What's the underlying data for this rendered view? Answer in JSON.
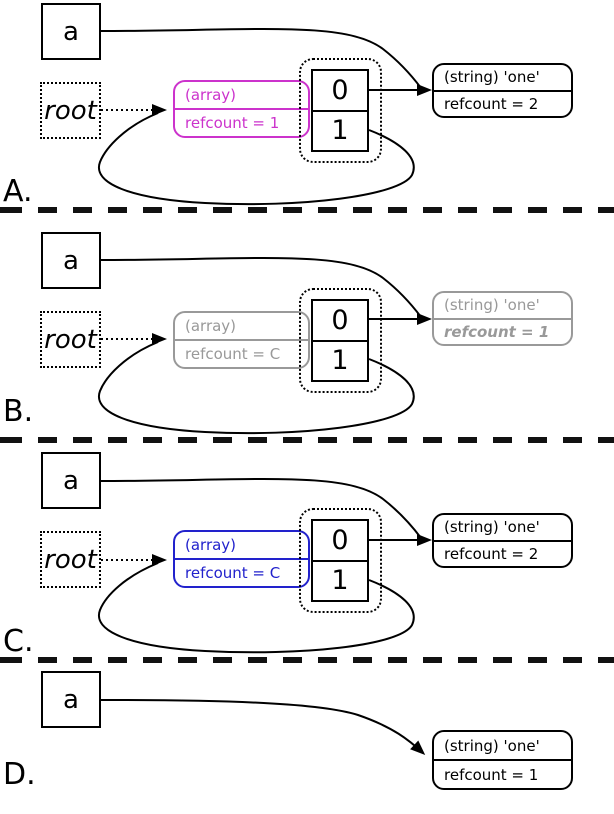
{
  "colors": {
    "black": "#000000",
    "magenta": "#cc33cc",
    "blue": "#2222cc",
    "gray": "#999999",
    "background": "#ffffff"
  },
  "panels": {
    "a": {
      "label": "A.",
      "var": "a",
      "root": "root",
      "array_type": "(array)",
      "array_refcount": "refcount = 1",
      "cells": [
        "0",
        "1"
      ],
      "string_type": "(string) 'one'",
      "string_refcount": "refcount = 2"
    },
    "b": {
      "label": "B.",
      "var": "a",
      "root": "root",
      "array_type": "(array)",
      "array_refcount": "refcount = C",
      "cells": [
        "0",
        "1"
      ],
      "string_type": "(string) 'one'",
      "string_refcount": "refcount = 1"
    },
    "c": {
      "label": "C.",
      "var": "a",
      "root": "root",
      "array_type": "(array)",
      "array_refcount": "refcount = C",
      "cells": [
        "0",
        "1"
      ],
      "string_type": "(string) 'one'",
      "string_refcount": "refcount = 2"
    },
    "d": {
      "label": "D.",
      "var": "a",
      "string_type": "(string) 'one'",
      "string_refcount": "refcount = 1"
    }
  }
}
